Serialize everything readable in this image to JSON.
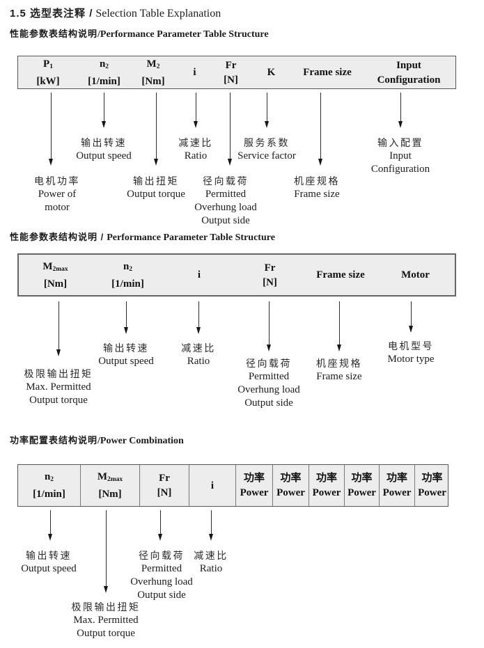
{
  "title": {
    "zh": "1.5 选型表注释 /",
    "en": "Selection Table Explanation"
  },
  "s1": {
    "heading": {
      "zh": "性能参数表结构说明",
      "en": "/Performance Parameter Table Structure"
    },
    "cols": {
      "p1": {
        "sym": "P",
        "sub": "1",
        "unit": "[kW]"
      },
      "n2": {
        "sym": "n",
        "sub": "2",
        "unit": "[1/min]"
      },
      "m2": {
        "sym": "M",
        "sub": "2",
        "unit": "[Nm]"
      },
      "i": {
        "sym": "i"
      },
      "fr": {
        "sym": "Fr",
        "unit": "[N]"
      },
      "k": {
        "sym": "K"
      },
      "frame": {
        "sym": "Frame size"
      },
      "input": {
        "sym": "Input",
        "unit": "Configuration"
      }
    },
    "callouts": {
      "p1": {
        "zh": "电机功率",
        "en": "Power of\nmotor"
      },
      "n2": {
        "zh": "输出转速",
        "en": "Output speed"
      },
      "m2": {
        "zh": "输出扭矩",
        "en": "Output torque"
      },
      "i": {
        "zh": "减速比",
        "en": "Ratio"
      },
      "fr": {
        "zh": "径向载荷",
        "en": "Permitted\nOverhung load\nOutput side"
      },
      "k": {
        "zh": "服务系数",
        "en": "Service factor"
      },
      "frame": {
        "zh": "机座规格",
        "en": "Frame size"
      },
      "input": {
        "zh": "输入配置",
        "en": "Input\nConfiguration"
      }
    }
  },
  "s2": {
    "heading": {
      "zh": "性能参数表结构说明 /",
      "en": "Performance Parameter Table Structure"
    },
    "cols": {
      "m2max": {
        "sym": "M",
        "sub": "2max",
        "unit": "[Nm]"
      },
      "n2": {
        "sym": "n",
        "sub": "2",
        "unit": "[1/min]"
      },
      "i": {
        "sym": "i"
      },
      "fr": {
        "sym": "Fr",
        "unit": "[N]"
      },
      "frame": {
        "sym": "Frame size"
      },
      "motor": {
        "sym": "Motor"
      }
    },
    "callouts": {
      "m2max": {
        "zh": "极限输出扭矩",
        "en": "Max. Permitted\nOutput torque"
      },
      "n2": {
        "zh": "输出转速",
        "en": "Output speed"
      },
      "i": {
        "zh": "减速比",
        "en": "Ratio"
      },
      "fr": {
        "zh": "径向载荷",
        "en": "Permitted\nOverhung load\nOutput side"
      },
      "frame": {
        "zh": "机座规格",
        "en": "Frame size"
      },
      "motor": {
        "zh": "电机型号",
        "en": "Motor type"
      }
    }
  },
  "s3": {
    "heading": {
      "zh": "功率配置表结构说明",
      "en": "/Power Combination"
    },
    "cols": {
      "n2": {
        "sym": "n",
        "sub": "2",
        "unit": "[1/min]"
      },
      "m2max": {
        "sym": "M",
        "sub": "2max",
        "unit": "[Nm]"
      },
      "fr": {
        "sym": "Fr",
        "unit": "[N]"
      },
      "i": {
        "sym": "i"
      },
      "power": {
        "sym": "功率",
        "unit": "Power"
      }
    },
    "callouts": {
      "n2": {
        "zh": "输出转速",
        "en": "Output speed"
      },
      "m2max": {
        "zh": "极限输出扭矩",
        "en": "Max. Permitted\nOutput torque"
      },
      "fr": {
        "zh": "径向载荷",
        "en": "Permitted\nOverhung load\nOutput side"
      },
      "i": {
        "zh": "减速比",
        "en": "Ratio"
      }
    }
  }
}
